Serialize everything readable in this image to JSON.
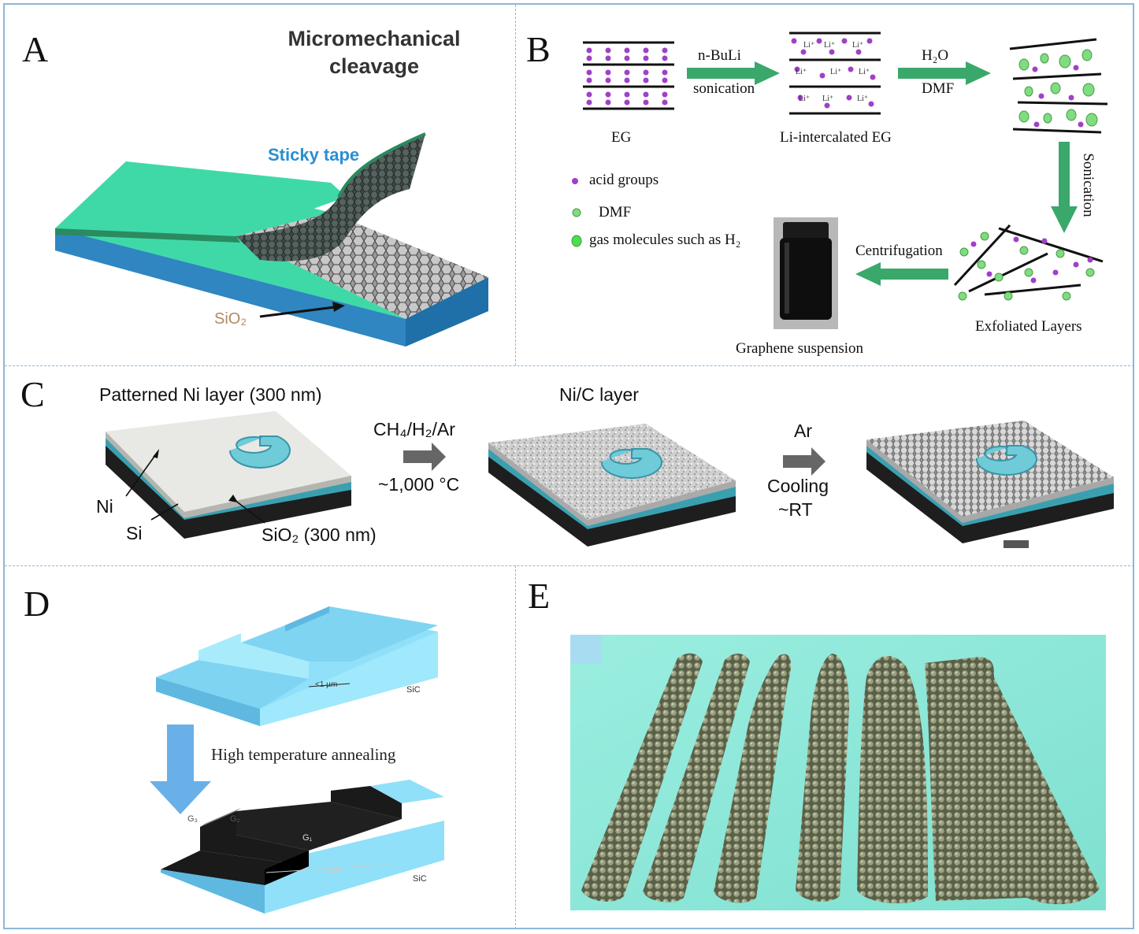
{
  "panels": {
    "a": {
      "letter": "A",
      "title_line1": "Micromechanical",
      "title_line2": "cleavage",
      "tape_label": "Sticky tape",
      "substrate_label": "SiO₂"
    },
    "b": {
      "letter": "B",
      "arrow1_top": "n-BuLi",
      "arrow1_bottom": "sonication",
      "arrow2_top": "H₂O",
      "arrow2_bottom": "DMF",
      "eg_label": "EG",
      "li_eg_label": "Li-intercalated EG",
      "ion_label": "Li⁺",
      "sonication_label": "Sonication",
      "legend": [
        "acid groups",
        "DMF",
        "gas molecules such as H₂"
      ],
      "centrifugation_label": "Centrifugation",
      "exfoliated_label": "Exfoliated Layers",
      "suspension_label": "Graphene suspension"
    },
    "c": {
      "letter": "C",
      "patterned_label": "Patterned Ni layer (300 nm)",
      "nic_label": "Ni/C layer",
      "gas_label": "CH₄/H₂/Ar",
      "temp_label": "~1,000 °C",
      "ni_label": "Ni",
      "si_label": "Si",
      "sio2_label": "SiO₂ (300 nm)",
      "ar_label": "Ar",
      "cooling_label": "Cooling",
      "rt_label": "~RT",
      "g_glyph": "G"
    },
    "d": {
      "letter": "D",
      "step_width_label": "<1 µm",
      "sic_label": "SiC",
      "annealing_label": "High temperature annealing",
      "g1_label": "G₁",
      "g2_label": "G₂",
      "g3_label": "G₃",
      "terrace_label": "~3 µm"
    },
    "e": {
      "letter": "E"
    }
  },
  "colors": {
    "tape_green": "#3fd9a8",
    "substrate_blue": "#3aa0dc",
    "arrow_green": "#3aa86b",
    "acid_purple": "#a040c8",
    "dmf_green": "#7fdc7f",
    "sic_blue": "#7fd4f2",
    "panel_e_bg": "#8fe8d8",
    "border_blue": "#8fb7d8"
  }
}
